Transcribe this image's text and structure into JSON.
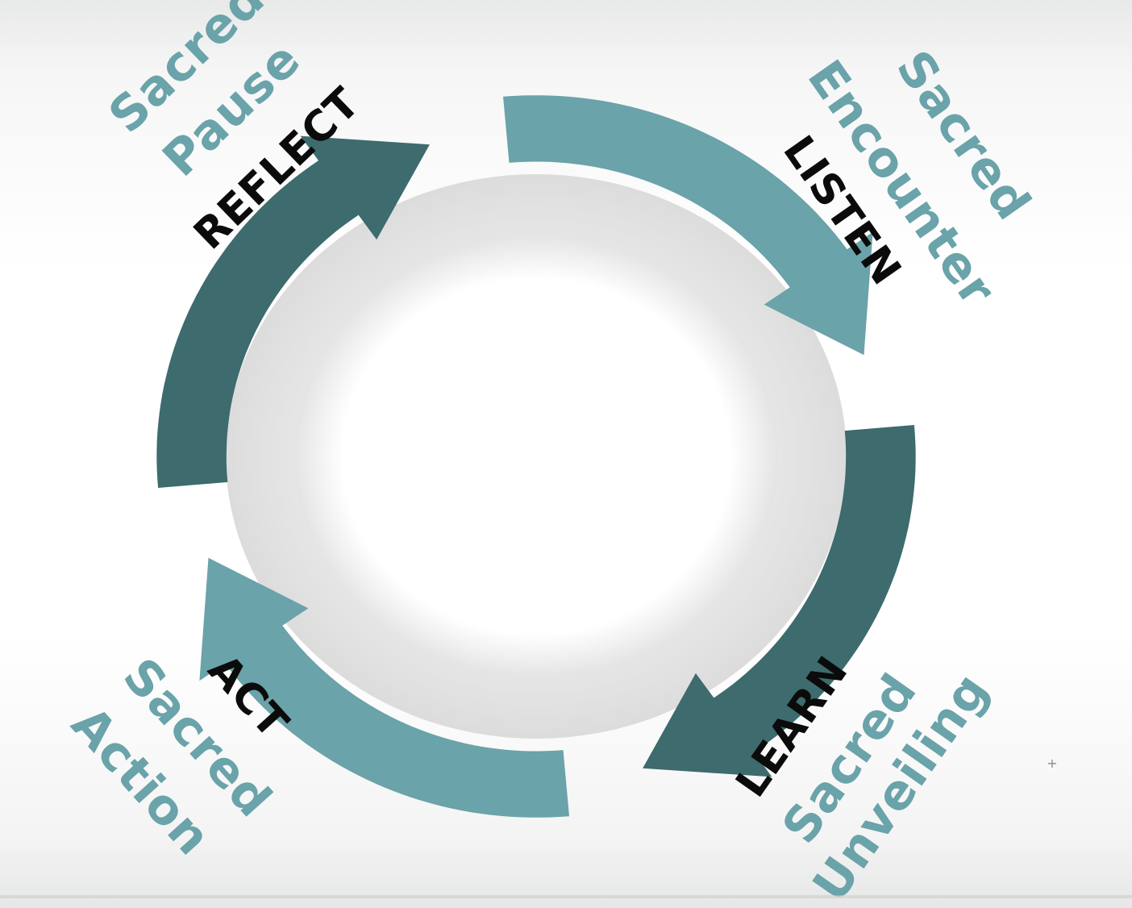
{
  "colors": {
    "light_teal": "#6aa3a9",
    "dark_teal": "#3d6b6e",
    "sacred_text": "#6aa3a9",
    "stage_text": "#0b0b0b"
  },
  "stages": [
    {
      "id": "reflect",
      "label": "REFLECT",
      "sacred_line1": "Sacred",
      "sacred_line2": "Pause"
    },
    {
      "id": "listen",
      "label": "LISTEN",
      "sacred_line1": "Sacred",
      "sacred_line2": "Encounter"
    },
    {
      "id": "learn",
      "label": "LEARN",
      "sacred_line1": "Sacred",
      "sacred_line2": "Unveiling"
    },
    {
      "id": "act",
      "label": "ACT",
      "sacred_line1": "Sacred",
      "sacred_line2": "Action"
    }
  ],
  "cycle": {
    "segments": [
      {
        "name": "reflect-segment",
        "color": "light_teal"
      },
      {
        "name": "listen-segment",
        "color": "dark_teal"
      },
      {
        "name": "learn-segment",
        "color": "light_teal"
      },
      {
        "name": "act-segment",
        "color": "dark_teal"
      }
    ]
  },
  "video": {
    "progress_fraction": 0.085
  },
  "icons": {
    "cursor": "crosshair-icon",
    "cursor_glyph": "+"
  }
}
